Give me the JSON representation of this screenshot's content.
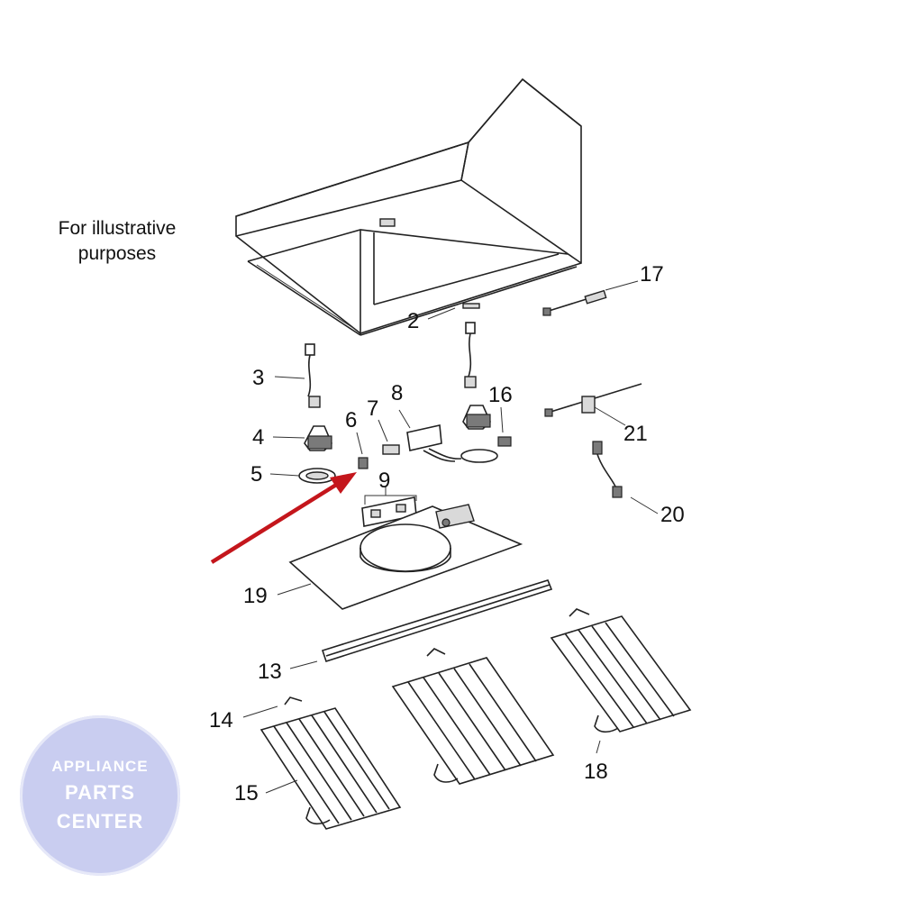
{
  "note": {
    "line1": "For illustrative",
    "line2": "purposes"
  },
  "callouts": [
    "2",
    "3",
    "4",
    "5",
    "6",
    "7",
    "8",
    "9",
    "13",
    "14",
    "15",
    "16",
    "17",
    "18",
    "19",
    "20",
    "21"
  ],
  "watermark": {
    "line1": "APPLIANCE",
    "line2": "PARTS",
    "line3": "CENTER"
  },
  "colors": {
    "arrow": "#c4161c",
    "badge": "#c9cdf0",
    "line": "#222222"
  }
}
